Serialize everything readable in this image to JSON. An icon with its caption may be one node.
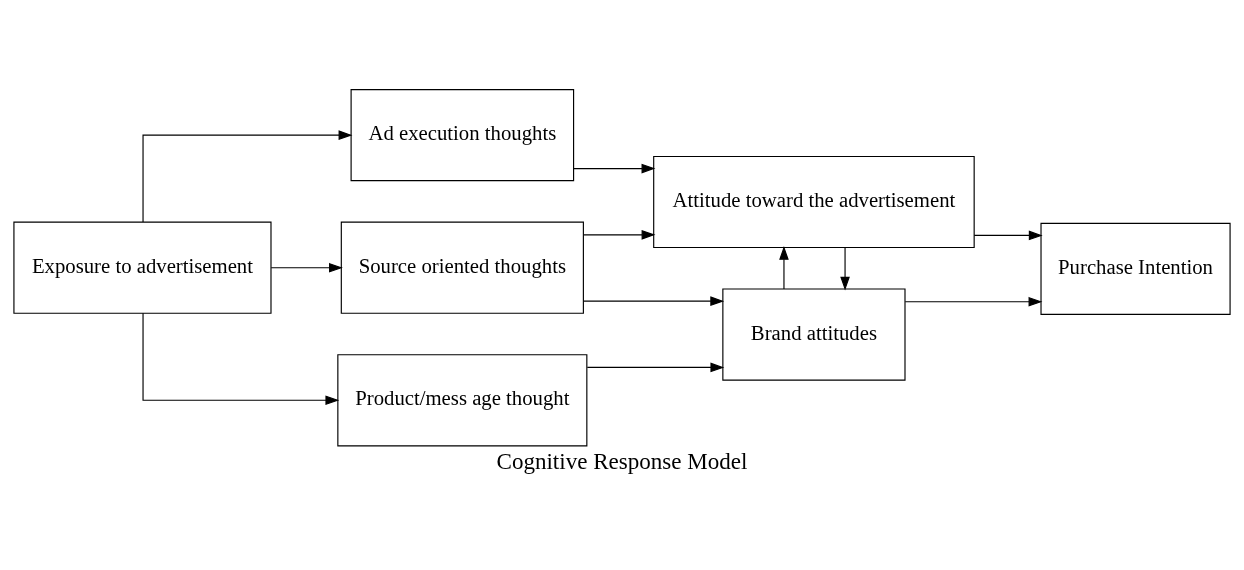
{
  "diagram": {
    "caption": "Cognitive Response Model",
    "nodes": [
      {
        "text": [
          "Exposure to advertisement"
        ]
      },
      {
        "text": [
          "Product/mess age thought"
        ]
      },
      {
        "text": [
          "Source oriented thoughts"
        ]
      },
      {
        "text": [
          "Ad execution thoughts"
        ]
      },
      {
        "text": [
          "Brand attitudes"
        ]
      },
      {
        "text": [
          "Attitude toward the advertisement"
        ]
      },
      {
        "text": [
          "Purchase Intention"
        ]
      }
    ],
    "edges": [
      {
        "from": 0,
        "to": 1,
        "arrow": "to"
      },
      {
        "from": 0,
        "to": 2,
        "arrow": "to"
      },
      {
        "from": 0,
        "to": 3,
        "arrow": "to"
      },
      {
        "from": 1,
        "to": 4,
        "arrow": "to"
      },
      {
        "from": 2,
        "to": 4,
        "arrow": "to"
      },
      {
        "from": 2,
        "to": 5,
        "arrow": "to"
      },
      {
        "from": 3,
        "to": 5,
        "arrow": "to"
      },
      {
        "from": 4,
        "to": 5,
        "arrow": "to"
      },
      {
        "from": 5,
        "to": 4,
        "arrow": "to"
      },
      {
        "from": 4,
        "to": 6,
        "arrow": "to"
      },
      {
        "from": 5,
        "to": 6,
        "arrow": "to"
      }
    ]
  }
}
